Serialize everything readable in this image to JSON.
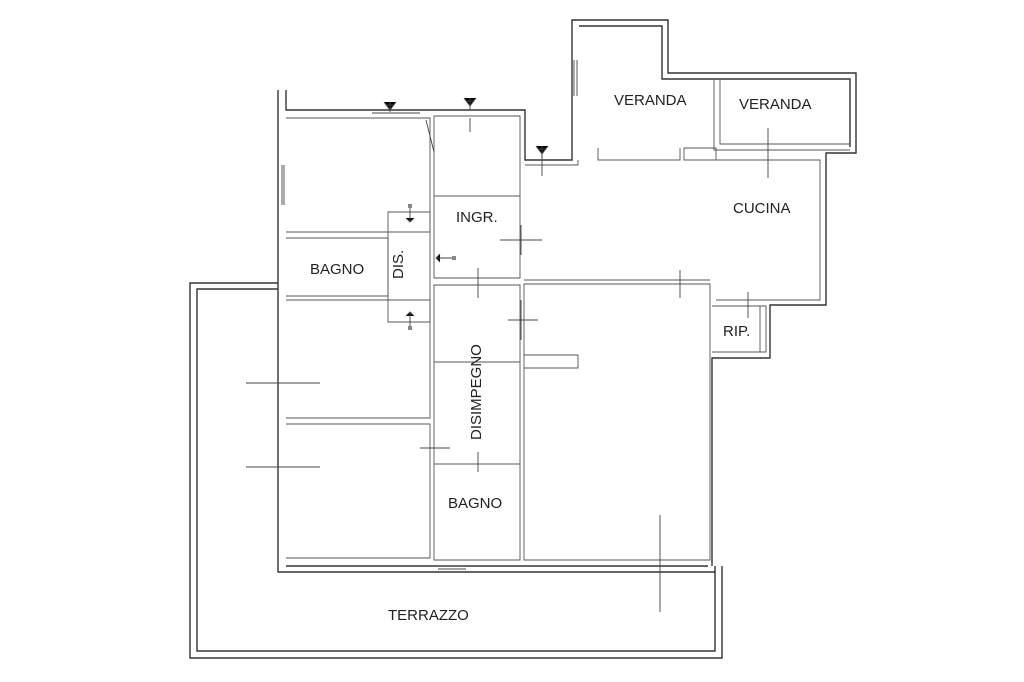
{
  "rooms": {
    "veranda_left": "VERANDA",
    "veranda_right": "VERANDA",
    "cucina": "CUCINA",
    "ingresso": "INGR.",
    "disimpegno_small": "DIS.",
    "bagno_left": "BAGNO",
    "ripostiglio": "RIP.",
    "disimpegno": "DISIMPEGNO",
    "bagno_bottom": "BAGNO",
    "terrazzo": "TERRAZZO"
  },
  "icons": {
    "antenna": "antenna-icon",
    "door_arrow": "arrow-icon"
  },
  "colors": {
    "line": "#333333",
    "background": "#ffffff"
  }
}
